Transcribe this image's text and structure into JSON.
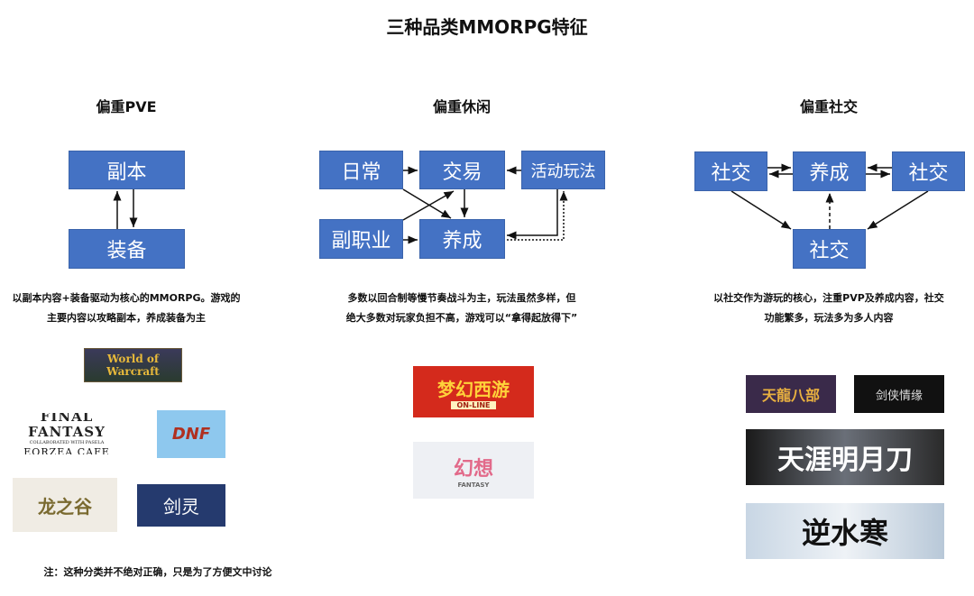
{
  "title": "三种品类MMORPG特征",
  "columns": [
    {
      "header": "偏重PVE",
      "nodes": {
        "dungeon": "副本",
        "equipment": "装备"
      },
      "desc": [
        "以副本内容+装备驱动为核心的MMORPG。游戏的",
        "主要内容以攻略副本，养成装备为主"
      ],
      "logos": [
        "World of Warcraft",
        "FINAL FANTASY",
        "COLLABORATED WITH PASELA",
        "EORZEA CAFE",
        "DNF",
        "龙之谷",
        "剑灵"
      ]
    },
    {
      "header": "偏重休闲",
      "nodes": {
        "daily": "日常",
        "trade": "交易",
        "events": "活动玩法",
        "side_job": "副职业",
        "growth": "养成"
      },
      "desc": [
        "多数以回合制等慢节奏战斗为主，玩法虽然多样，但",
        "绝大多数对玩家负担不高，游戏可以“拿得起放得下”"
      ],
      "logos": [
        "梦幻西游",
        "ON-LINE",
        "幻想",
        "FANTASY"
      ]
    },
    {
      "header": "偏重社交",
      "nodes": {
        "social_left": "社交",
        "growth": "养成",
        "social_right": "社交",
        "social_bottom": "社交"
      },
      "desc": [
        "以社交作为游玩的核心，注重PVP及养成内容，社交",
        "功能繁多，玩法多为多人内容"
      ],
      "logos": [
        "天龍八部",
        "剑侠情缘",
        "天涯明月刀",
        "逆水寒"
      ]
    }
  ],
  "note": "注：这种分类并不绝对正确，只是为了方便文中讨论",
  "colors": {
    "box": "#4472C4"
  }
}
